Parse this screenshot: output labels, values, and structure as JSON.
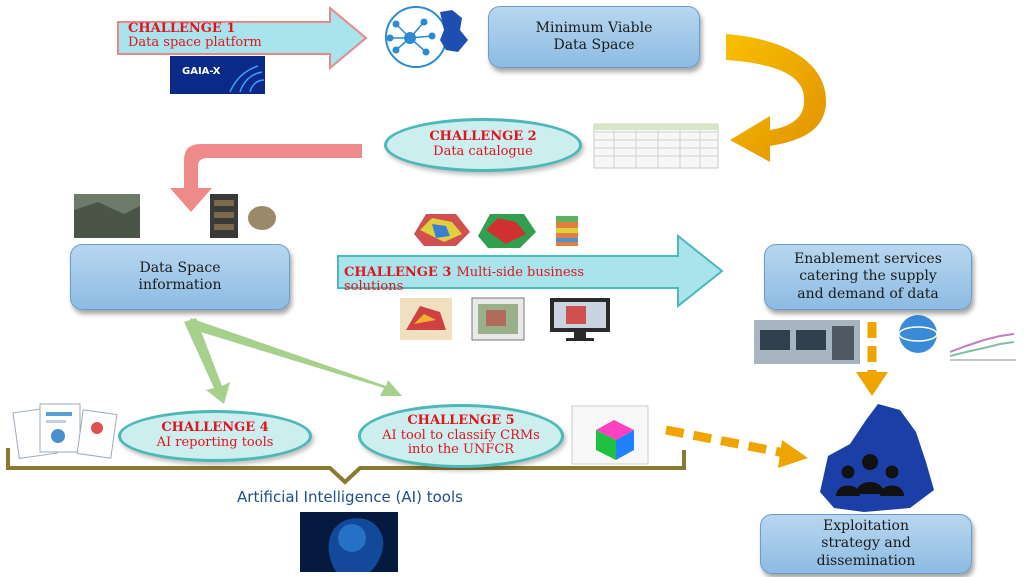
{
  "challenge1": {
    "title": "CHALLENGE 1",
    "subtitle": "Data space platform",
    "logo_text": "GAIA-X"
  },
  "mvds": {
    "text": "Minimum Viable\nData Space"
  },
  "challenge2": {
    "title": "CHALLENGE 2",
    "subtitle": "Data catalogue"
  },
  "dsi": {
    "text": "Data Space\ninformation"
  },
  "challenge3": {
    "title": "CHALLENGE 3",
    "subtitle": "Multi-side business",
    "subtitle2": "solutions"
  },
  "enablement": {
    "text": "Enablement services\ncatering the supply\nand demand of data"
  },
  "challenge4": {
    "title": "CHALLENGE 4",
    "subtitle": "AI reporting tools"
  },
  "challenge5": {
    "title": "CHALLENGE 5",
    "line1": "AI tool to classify CRMs",
    "line2": "into the UNFCR"
  },
  "ai_label": "Artificial Intelligence (AI) tools",
  "exploitation": {
    "text": "Exploitation\nstrategy and\ndissemination"
  },
  "colors": {
    "accent_red": "#e0141e",
    "box_blue": "#8dbbe3",
    "teal": "#4cb8b8",
    "arrow_gold": "#f0a400",
    "arrow_green": "#a8d08d",
    "arrow_pink": "#ef8a8a"
  }
}
